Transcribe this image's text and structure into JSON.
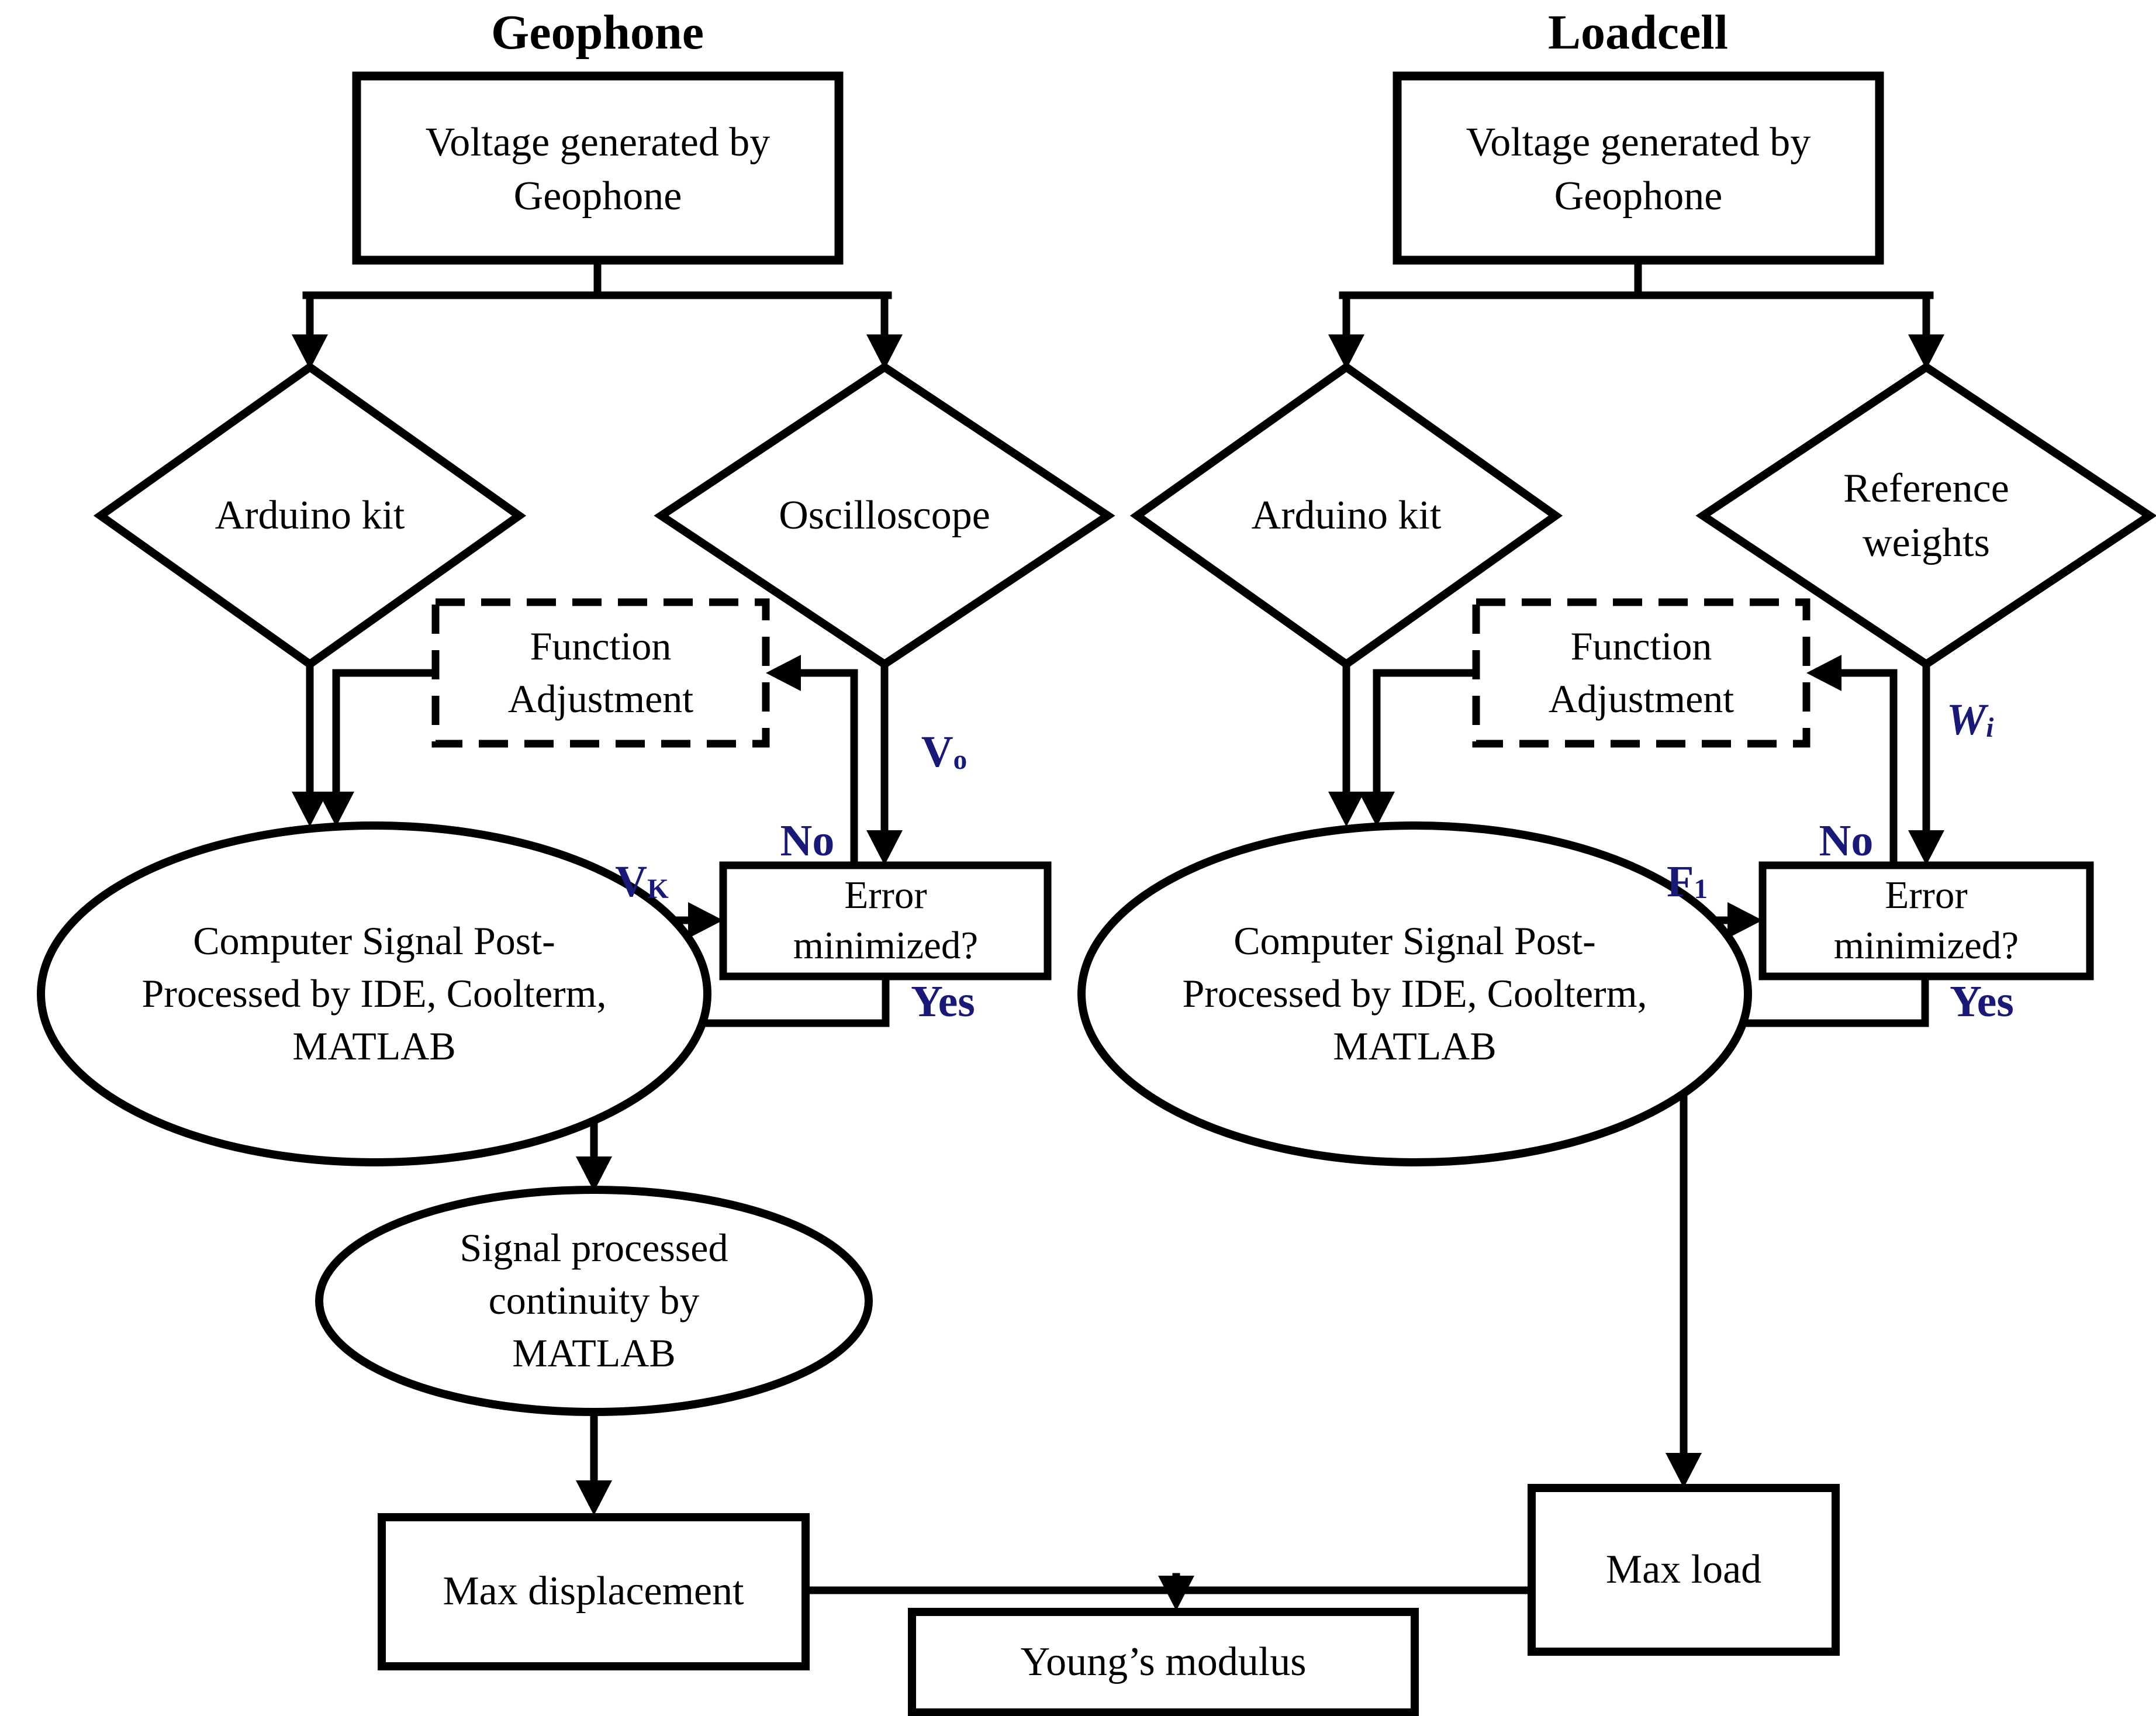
{
  "colors": {
    "ink": "#000000",
    "accent_label": "#191977",
    "background": "#ffffff"
  },
  "geophone": {
    "title": "Geophone",
    "voltage_box": "Voltage generated by Geophone",
    "arduino": "Arduino kit",
    "instrument": "Oscilloscope",
    "function_adjustment": "Function Adjustment",
    "process": "Computer Signal Post-Processed by IDE, Coolterm, MATLAB",
    "decision": "Error minimized?",
    "no": "No",
    "yes": "Yes",
    "measure_label": {
      "main": "V",
      "sub": "o"
    },
    "feedback_label": {
      "main": "V",
      "sub": "K"
    },
    "result_ellipse": "Signal processed continuity by MATLAB",
    "result_box": "Max displacement"
  },
  "loadcell": {
    "title": "Loadcell",
    "voltage_box": "Voltage generated by Geophone",
    "arduino": "Arduino kit",
    "instrument": "Reference weights",
    "function_adjustment": "Function Adjustment",
    "process": "Computer Signal Post-Processed by IDE, Coolterm, MATLAB",
    "decision": "Error minimized?",
    "no": "No",
    "yes": "Yes",
    "measure_label": {
      "main": "W",
      "sub": "i"
    },
    "feedback_label": {
      "main": "F",
      "sub": "1"
    },
    "result_box": "Max load"
  },
  "output": {
    "final_box": "Young’s modulus"
  }
}
